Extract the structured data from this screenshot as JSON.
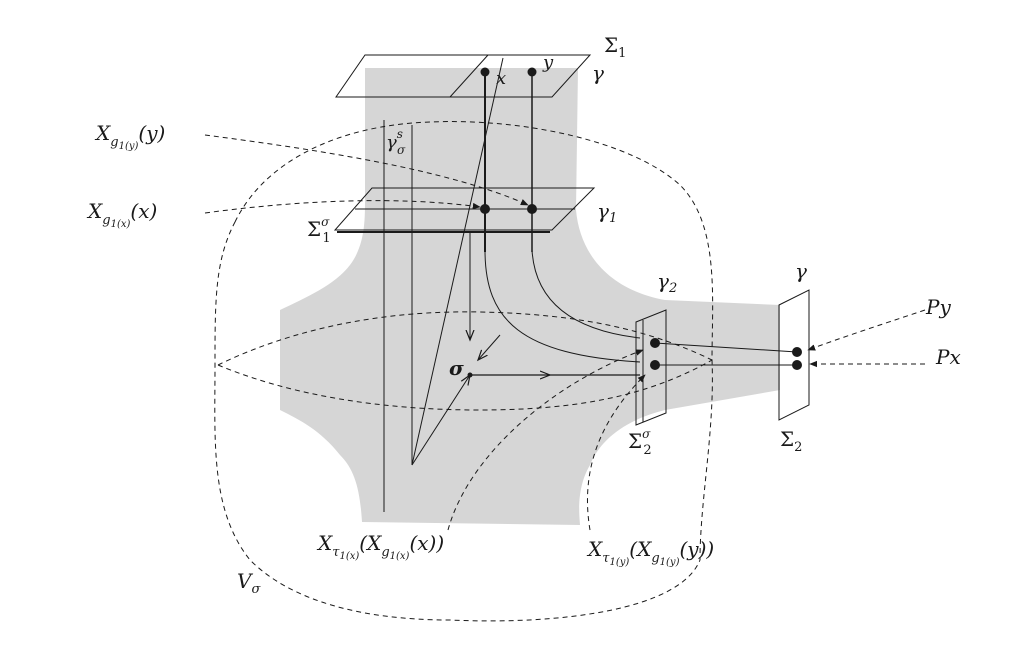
{
  "labels": {
    "sigma1": "Σ",
    "sigma1_sub": "1",
    "gamma_top": "γ",
    "x": "x",
    "y": "y",
    "gamma_s": "γ",
    "gamma_s_sup": "s",
    "gamma_s_sub": "σ",
    "xg1y": "X",
    "xg1y_sub": "g",
    "xg1y_sub2": "1(y)",
    "xg1y_arg": "(y)",
    "xg1x": "X",
    "xg1x_sub": "g",
    "xg1x_sub2": "1(x)",
    "xg1x_arg": "(x)",
    "gamma1": "γ",
    "gamma1_sub": "1",
    "sigma1s": "Σ",
    "sigma1s_sub": "1",
    "sigma1s_sup": "σ",
    "gamma2": "γ",
    "gamma2_sub": "2",
    "gamma_right": "γ",
    "py": "Py",
    "px": "Px",
    "sigma": "σ",
    "sigma2s": "Σ",
    "sigma2s_sub": "2",
    "sigma2s_sup": "σ",
    "sigma2": "Σ",
    "sigma2_sub": "2",
    "xtau_x": "X",
    "xtau_x_sub": "τ",
    "xtau_x_sub2": "1(x)",
    "xtau_x_arg": "(X",
    "xtau_x_g": "g",
    "xtau_x_g2": "1(x)",
    "xtau_x_end": "(x))",
    "xtau_y": "X",
    "xtau_y_sub": "τ",
    "xtau_y_sub2": "1(y)",
    "xtau_y_arg": "(X",
    "xtau_y_g": "g",
    "xtau_y_g2": "1(y)",
    "xtau_y_end": "(y))",
    "vsigma": "V",
    "vsigma_sub": "σ"
  },
  "colors": {
    "shade": "#d6d6d6",
    "ink": "#1a1a1a"
  }
}
